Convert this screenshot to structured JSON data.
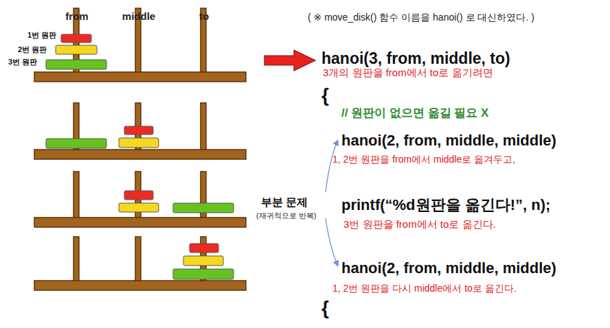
{
  "diagram": {
    "labels": [
      "from",
      "middle",
      "to",
      "( ※ move_disk() 함수 이름을 hanoi() 로 대신하였다. )",
      "1번 원판",
      "2번 원판",
      "3번 원판",
      "hanoi(3, from, middle, to)",
      "3개의 원판을 from에서 to로 옮기려면",
      "{",
      "// 원판이 없으면 옮길 필요 X",
      "hanoi(2, from, middle, middle)",
      "1, 2번 원판을 from에서 middle로 옮겨두고,",
      "부분 문제",
      "(재귀적으로 반복)",
      "printf(“%d원판을 옮긴다!”, n);",
      "3번 원판을 from에서 to로 옮긴다.",
      "hanoi(2, from, middle, middle)",
      "1, 2번 원판을 다시 middle에서 to로 옮긴다.",
      "{"
    ]
  }
}
